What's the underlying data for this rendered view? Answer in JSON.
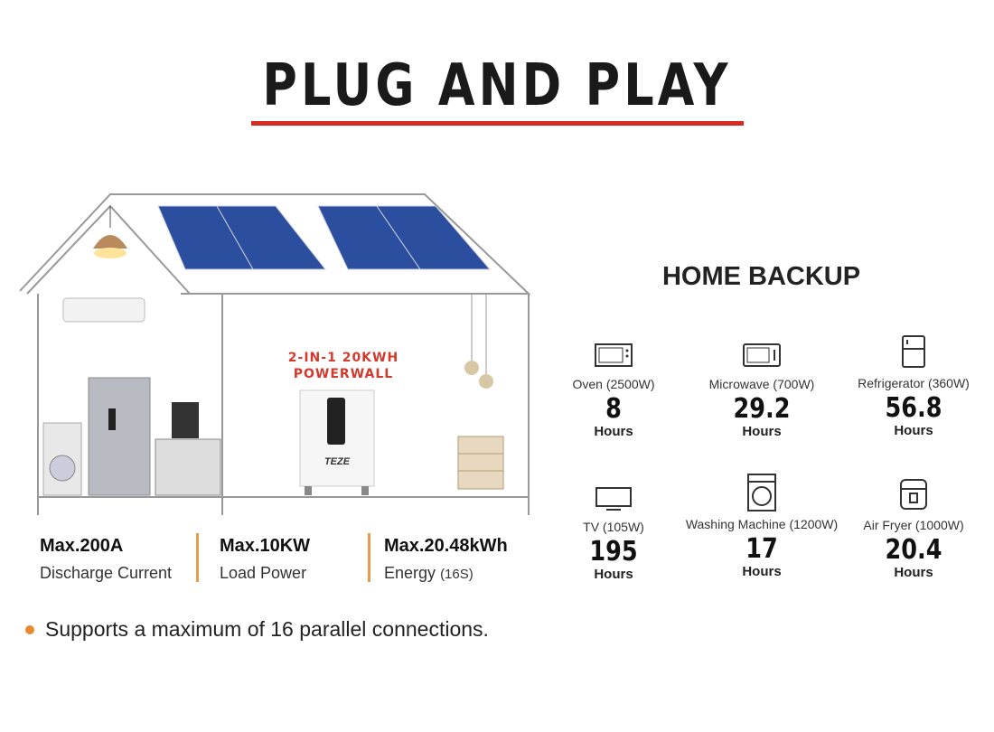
{
  "title": "PLUG AND PLAY",
  "product": {
    "line1": "2-IN-1 20KWH",
    "line2": "POWERWALL",
    "brand": "TEZE"
  },
  "stats": [
    {
      "value": "Max.200A",
      "label": "Discharge Current"
    },
    {
      "value": "Max.10KW",
      "label": "Load Power"
    },
    {
      "value": "Max.20.48kWh",
      "label": "Energy",
      "note": "(16S)"
    }
  ],
  "home_backup": {
    "title": "HOME BACKUP",
    "items": [
      {
        "icon": "oven-icon",
        "label": "Oven (2500W)",
        "value": "8",
        "unit": "Hours"
      },
      {
        "icon": "microwave-icon",
        "label": "Microwave (700W)",
        "value": "29.2",
        "unit": "Hours"
      },
      {
        "icon": "refrigerator-icon",
        "label": "Refrigerator (360W)",
        "value": "56.8",
        "unit": "Hours"
      },
      {
        "icon": "tv-icon",
        "label": "TV (105W)",
        "value": "195",
        "unit": "Hours"
      },
      {
        "icon": "washing-machine-icon",
        "label": "Washing Machine (1200W)",
        "value": "17",
        "unit": "Hours"
      },
      {
        "icon": "air-fryer-icon",
        "label": "Air Fryer (1000W)",
        "value": "20.4",
        "unit": "Hours"
      }
    ]
  },
  "note": "Supports a maximum of 16 parallel connections.",
  "colors": {
    "accent": "#d42a22",
    "separator": "#e79b4c"
  }
}
